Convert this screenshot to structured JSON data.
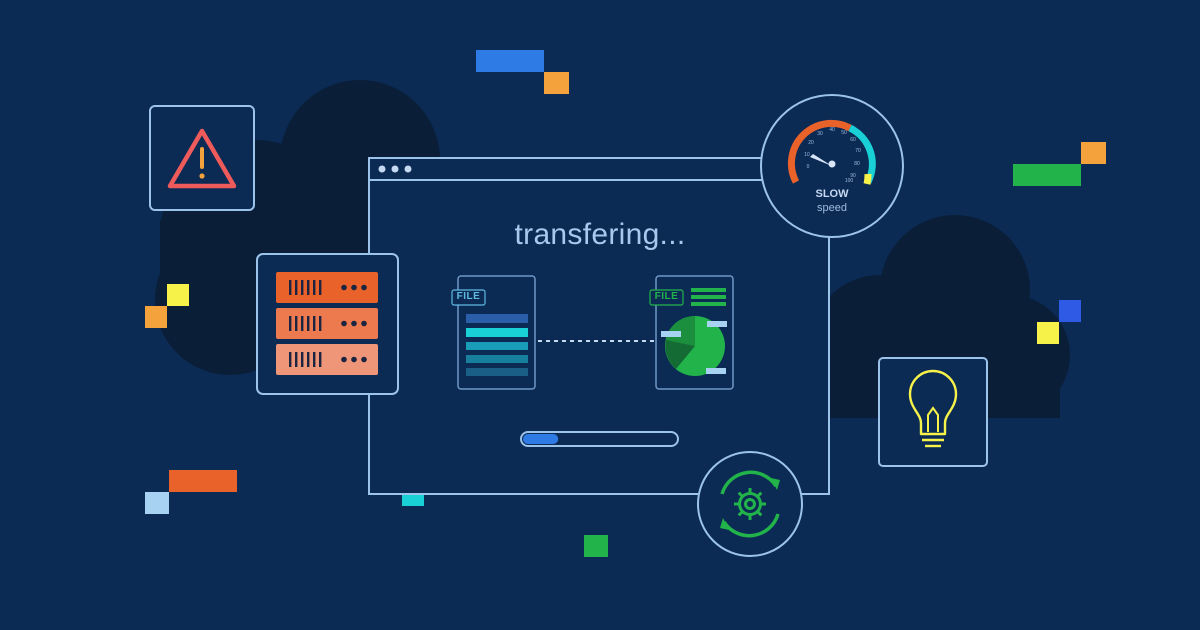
{
  "window": {
    "title": "transfering..."
  },
  "transfer": {
    "source_label": "FILE",
    "target_label": "FILE",
    "progress": 0.23
  },
  "speedometer": {
    "status": "SLOW",
    "unit": "speed",
    "ticks": [
      "0",
      "10",
      "20",
      "30",
      "40",
      "50",
      "60",
      "70",
      "80",
      "90",
      "100"
    ]
  },
  "icons": [
    "warning-icon",
    "server-rack-icon",
    "speedometer-icon",
    "lightbulb-icon",
    "gear-sync-icon",
    "file-icon",
    "pie-chart-icon"
  ],
  "colors": {
    "background": "#0b2a54",
    "cloud": "#0a1e38",
    "outline": "#9cc3ea",
    "warning": "#ef5b5b",
    "server": "#e8622a",
    "accent_green": "#22b34a",
    "accent_cyan": "#19d0d6",
    "accent_yellow": "#f6f24a",
    "accent_blue": "#2f7be6",
    "accent_orange": "#f4a23b"
  }
}
